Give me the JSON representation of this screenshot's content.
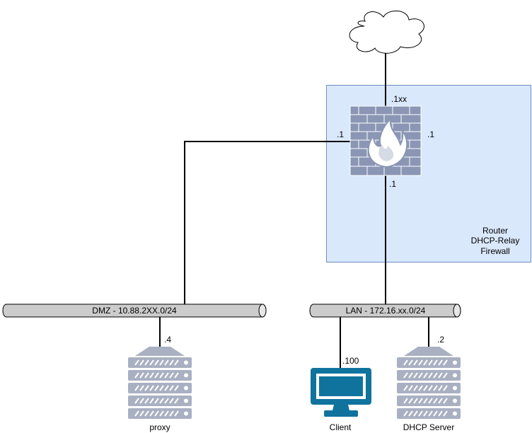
{
  "zone": {
    "lines": [
      "Router",
      "DHCP-Relay",
      "Firewall"
    ],
    "fill": "#dae8fc",
    "stroke": "#6c8ebf"
  },
  "firewall": {
    "icon": "firewall-icon",
    "color": "#8a96b4",
    "ip_top": ".1xx",
    "ip_left": ".1",
    "ip_right": ".1",
    "ip_bottom": ".1"
  },
  "internet": {
    "icon": "cloud-icon"
  },
  "networks": {
    "dmz": {
      "label": "DMZ - 10.88.2XX.0/24"
    },
    "lan": {
      "label": "LAN - 172.16.xx.0/24"
    }
  },
  "hosts": {
    "proxy": {
      "label": "proxy",
      "ip": ".4",
      "icon": "server-icon"
    },
    "client": {
      "label": "Client",
      "ip": ".100",
      "icon": "monitor-icon",
      "color": "#10739e"
    },
    "dhcp": {
      "label": "DHCP Server",
      "ip": ".2",
      "icon": "server-icon"
    }
  },
  "colors": {
    "bus": "#cccccc",
    "server": "#a9b0c2"
  }
}
